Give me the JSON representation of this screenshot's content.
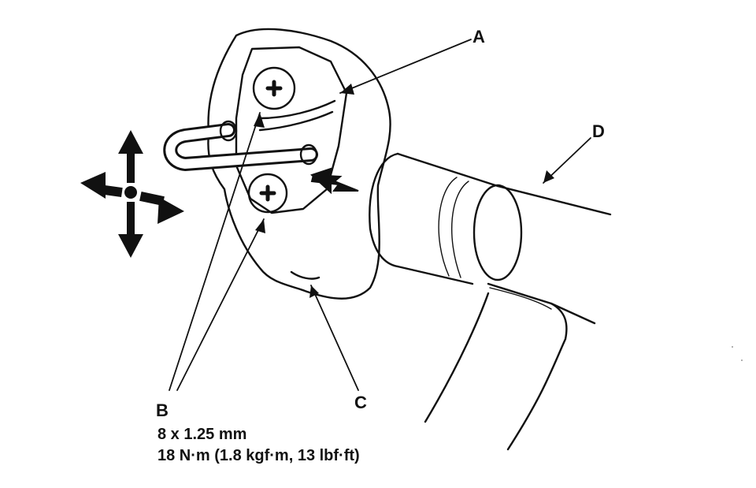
{
  "callouts": {
    "a": "A",
    "b": "B",
    "c": "C",
    "d": "D"
  },
  "spec": {
    "bolt_size": "8 x 1.25 mm",
    "torque": "18 N·m (1.8 kgf·m, 13 lbf·ft)"
  },
  "icons": {
    "adjust_arrows": "four-way-adjust-arrows-icon",
    "push_arrow": "push-direction-arrow-icon",
    "bolt": "phillips-bolt-icon"
  },
  "colors": {
    "ink": "#111111",
    "paper": "#ffffff"
  }
}
